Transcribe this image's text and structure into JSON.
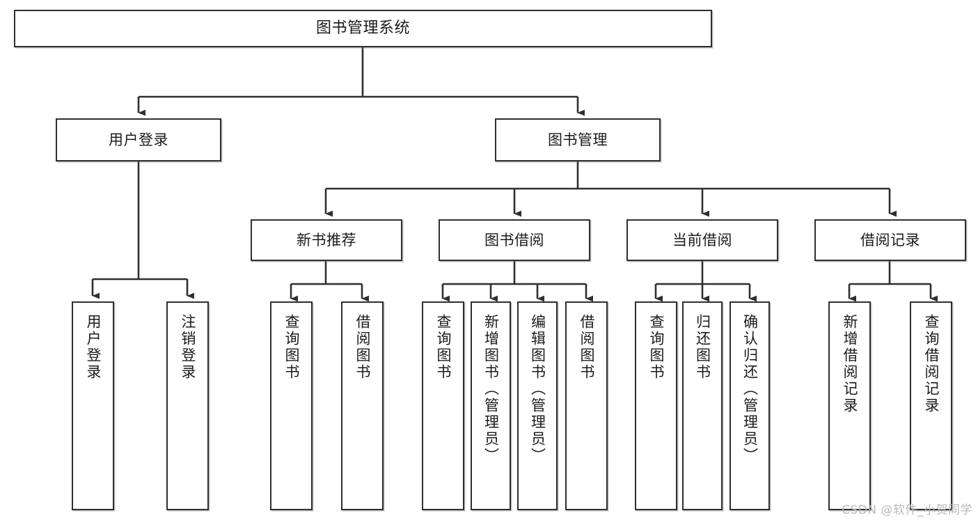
{
  "diagram": {
    "kind": "tree-structure-chart",
    "title": "图书管理系统",
    "watermark": "CSDN @软件_小贺同学",
    "colors": {
      "box_border": "#2f2f2f",
      "box_fill": "#ffffff",
      "connector": "#2f2f2f",
      "text": "#1b1b1b",
      "watermark": "#b9b9b9",
      "background": "#ffffff"
    },
    "nodes": {
      "root": {
        "label": "图书管理系统"
      },
      "level2": [
        {
          "label": "用户登录"
        },
        {
          "label": "图书管理"
        }
      ],
      "level3": [
        {
          "label": "新书推荐"
        },
        {
          "label": "图书借阅"
        },
        {
          "label": "当前借阅"
        },
        {
          "label": "借阅记录"
        }
      ],
      "leaves": {
        "user_login": [
          {
            "label": "用户登录"
          },
          {
            "label": "注销登录"
          }
        ],
        "new_book_recommend": [
          {
            "label": "查询图书"
          },
          {
            "label": "借阅图书"
          }
        ],
        "book_borrow": [
          {
            "label": "查询图书"
          },
          {
            "label": "新增图书（管理员）"
          },
          {
            "label": "编辑图书（管理员）"
          },
          {
            "label": "借阅图书"
          }
        ],
        "current_borrow": [
          {
            "label": "查询图书"
          },
          {
            "label": "归还图书"
          },
          {
            "label": "确认归还（管理员）"
          }
        ],
        "borrow_record": [
          {
            "label": "新增借阅记录"
          },
          {
            "label": "查询借阅记录"
          }
        ]
      }
    }
  }
}
